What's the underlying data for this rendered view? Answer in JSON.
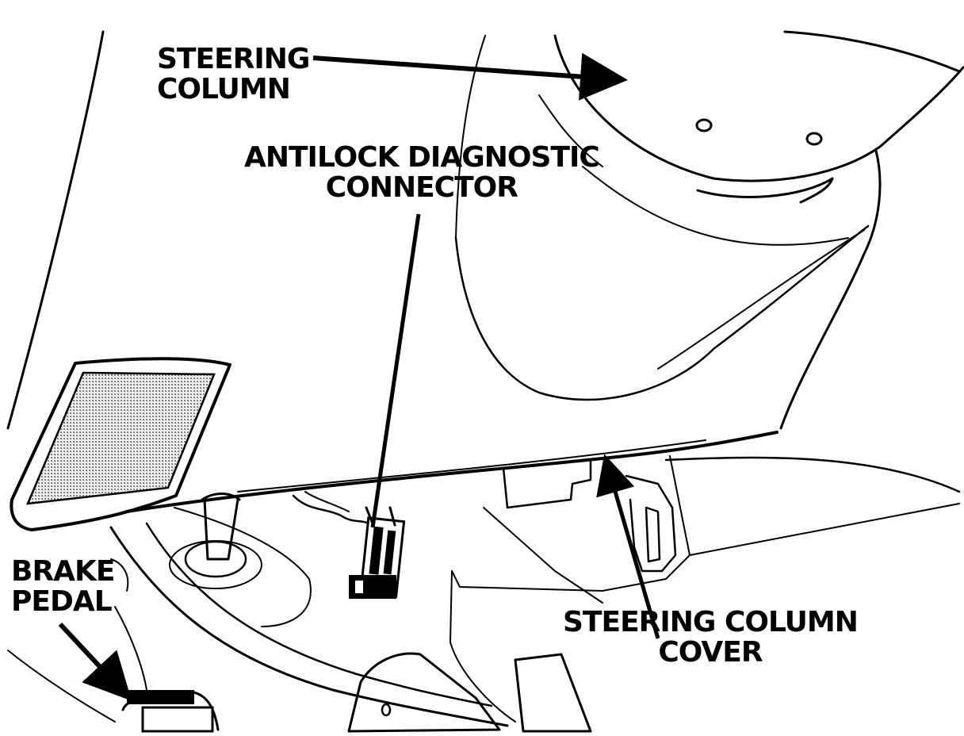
{
  "labels": {
    "steering_column": {
      "line1": "STEERING",
      "line2": "COLUMN"
    },
    "antilock_connector": {
      "line1": "ANTILOCK DIAGNOSTIC",
      "line2": "CONNECTOR"
    },
    "steering_column_cover": {
      "line1": "STEERING COLUMN",
      "line2": "COVER"
    },
    "brake_pedal": {
      "line1": "BRAKE",
      "line2": "PEDAL"
    }
  },
  "colors": {
    "ink": "#000000",
    "background": "#ffffff",
    "stipple": "#8a8a8a"
  }
}
